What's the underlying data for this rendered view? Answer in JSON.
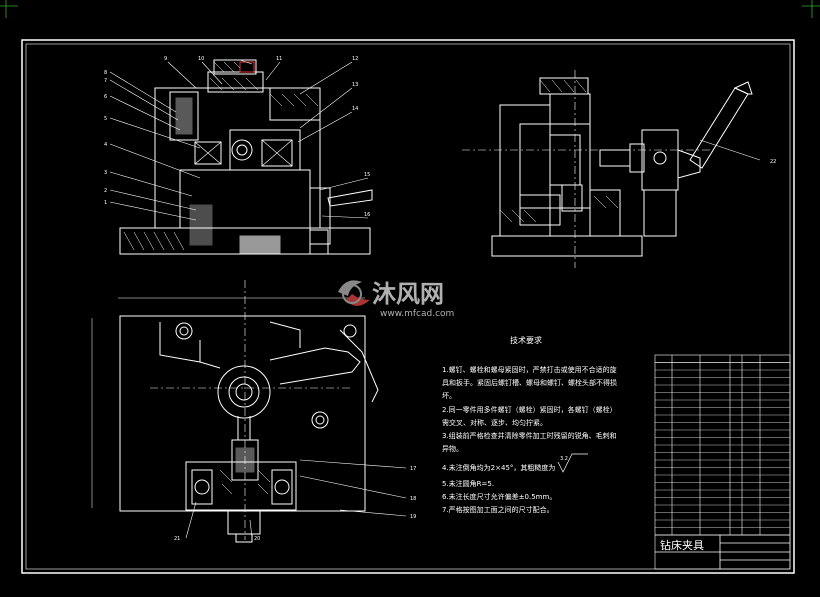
{
  "watermark": {
    "logo_text": "沐风网",
    "url": "www.mfcad.com"
  },
  "technical_requirements": {
    "title": "技术要求",
    "lines": [
      "1.螺钉、螺栓和螺母紧固时，严禁打击或使用不合适的旋",
      "具和扳手。紧固后螺钉槽、螺母和螺钉、螺栓头部不得损",
      "坏。",
      "2.同一零件用多件螺钉（螺栓）紧固时，各螺钉（螺栓）",
      "需交叉、对称、逐步、均匀拧紧。",
      "3.组装前严格检查并清除零件加工时残留的锐角、毛刺和",
      "异物。",
      "4.未注倒角均为2×45°，其粗糙度为",
      "5.未注圆角R=5.",
      "6.未注长度尺寸允许偏差±0.5mm。",
      "7.严格按图加工面之间的尺寸配合。"
    ],
    "roughness_value": "3.2"
  },
  "title_block": {
    "drawing_name": "钻床夹具"
  },
  "balloons": {
    "front_left": [
      "8",
      "7",
      "6",
      "5",
      "4",
      "3",
      "2",
      "1",
      "9",
      "10",
      "11",
      "12",
      "13",
      "14",
      "15",
      "16"
    ],
    "side": [
      "22"
    ],
    "plan": [
      "17",
      "18",
      "19",
      "20",
      "21"
    ]
  },
  "colors": {
    "background": "#000000",
    "line": "#ffffff",
    "watermark": "#c0c0c0"
  }
}
